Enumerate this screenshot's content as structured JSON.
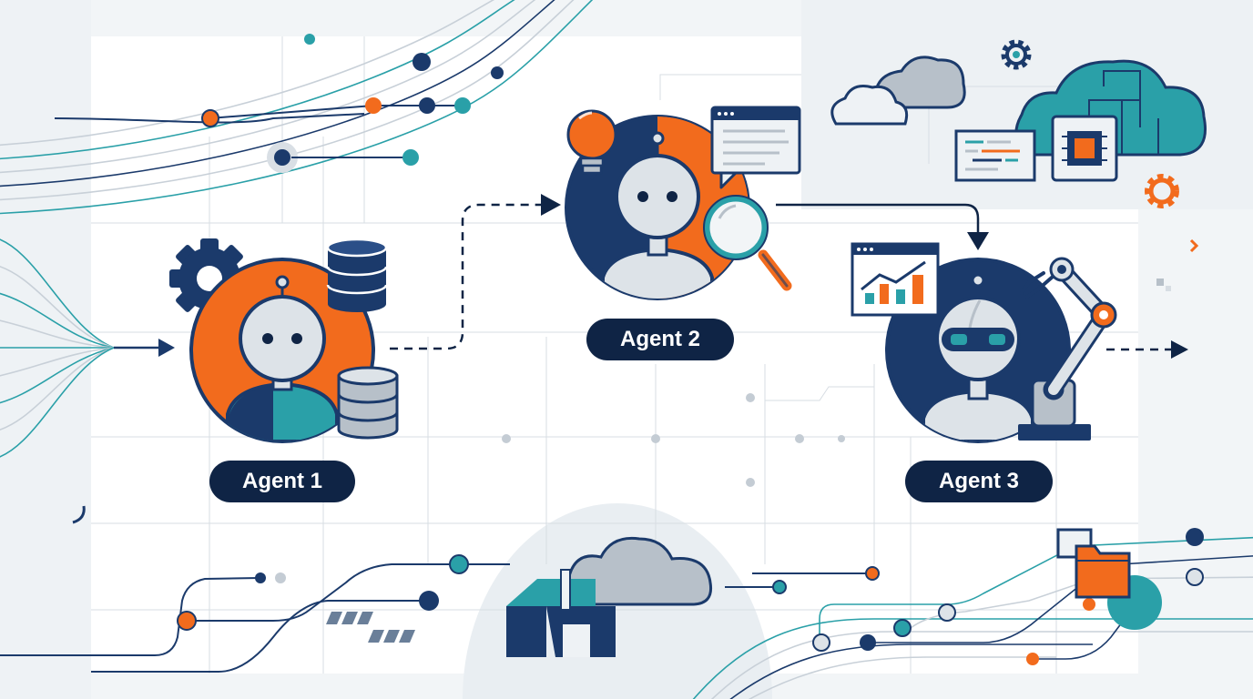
{
  "agents": [
    {
      "label": "Agent 1"
    },
    {
      "label": "Agent 2"
    },
    {
      "label": "Agent 3"
    }
  ],
  "colors": {
    "navy": "#1b3a6b",
    "dark_navy": "#0f2445",
    "orange": "#f26b1d",
    "teal": "#2aa0a8",
    "gray": "#b7c0c9",
    "face": "#dde3e8",
    "bg": "#f2f5f7"
  }
}
